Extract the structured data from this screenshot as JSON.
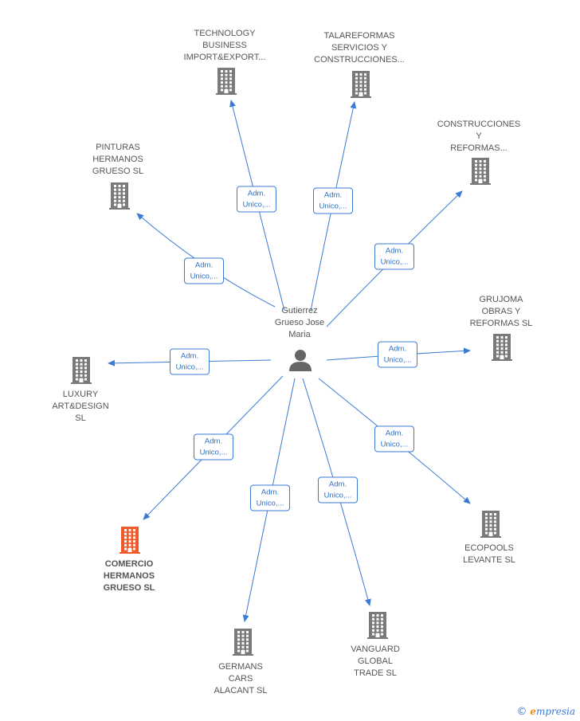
{
  "center": {
    "name": "Gutierrez\nGrueso Jose\nMaria",
    "icon": "person-icon"
  },
  "edge_label": "Adm.\nUnico,...",
  "companies": [
    {
      "id": "technology",
      "name": "TECHNOLOGY\nBUSINESS\nIMPORT&EXPORT...",
      "highlight": false
    },
    {
      "id": "talareformas",
      "name": "TALAREFORMAS\nSERVICIOS Y\nCONSTRUCCIONES...",
      "highlight": false
    },
    {
      "id": "pinturas",
      "name": "PINTURAS\nHERMANOS\nGRUESO  SL",
      "highlight": false
    },
    {
      "id": "construcciones",
      "name": "CONSTRUCCIONES\nY\nREFORMAS...",
      "highlight": false
    },
    {
      "id": "grujoma",
      "name": "GRUJOMA\nOBRAS Y\nREFORMAS  SL",
      "highlight": false
    },
    {
      "id": "luxury",
      "name": "LUXURY\nART&DESIGN\nSL",
      "highlight": false
    },
    {
      "id": "ecopools",
      "name": "ECOPOOLS\nLEVANTE  SL",
      "highlight": false
    },
    {
      "id": "comercio",
      "name": "COMERCIO\nHERMANOS\nGRUESO  SL",
      "highlight": true
    },
    {
      "id": "germans",
      "name": "GERMANS\nCARS\nALACANT  SL",
      "highlight": false
    },
    {
      "id": "vanguard",
      "name": "VANGUARD\nGLOBAL\nTRADE  SL",
      "highlight": false
    }
  ],
  "colors": {
    "edge": "#3a7bd5",
    "building": "#7a7a7a",
    "building_highlight": "#f05a28",
    "person": "#666666"
  },
  "brand": {
    "copyright": "©",
    "initial": "e",
    "rest": "mpresia"
  }
}
